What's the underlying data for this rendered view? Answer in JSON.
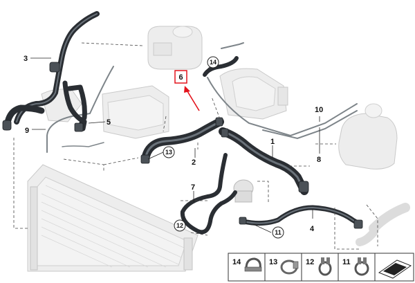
{
  "callouts": {
    "c1": "1",
    "c2": "2",
    "c3": "3",
    "c4": "4",
    "c5": "5",
    "c6": "6",
    "c7": "7",
    "c8": "8",
    "c9": "9",
    "c10": "10",
    "c11": "11",
    "c12": "12",
    "c13": "13",
    "c14": "14"
  },
  "legend": {
    "items": [
      {
        "label": "14",
        "icon": "hose-clip-icon"
      },
      {
        "label": "13",
        "icon": "band-clamp-icon"
      },
      {
        "label": "12",
        "icon": "spring-clamp-icon"
      },
      {
        "label": "11",
        "icon": "spring-clamp-icon"
      }
    ],
    "last_icon": "arrow-sheet-icon"
  },
  "colors": {
    "highlight": "#e3121b",
    "hose": "#2a2e33",
    "ghost_part": "#ededed"
  }
}
